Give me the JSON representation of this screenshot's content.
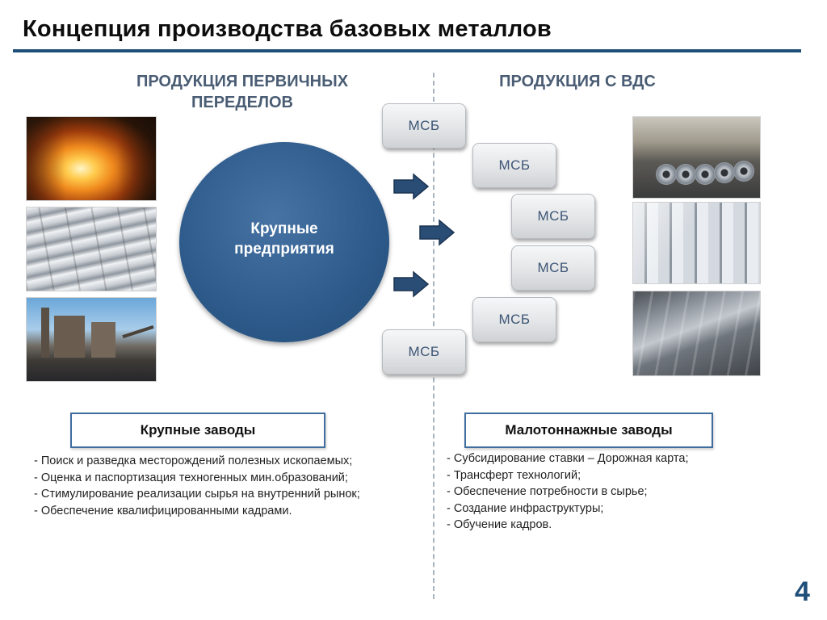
{
  "title": "Концепция производства базовых металлов",
  "left_section": {
    "heading": "ПРОДУКЦИЯ ПЕРВИЧНЫХ\nПЕРЕДЕЛОВ",
    "circle_label": "Крупные\nпредприятия",
    "box_label": "Крупные заводы",
    "bullets": [
      "- Поиск и разведка месторождений полезных ископаемых;",
      "- Оценка и паспортизация техногенных мин.образований;",
      "- Стимулирование реализации сырья на внутренний рынок;",
      "- Обеспечение квалифицированными кадрами."
    ]
  },
  "right_section": {
    "heading": "ПРОДУКЦИЯ С ВДС",
    "box_label": "Малотоннажные заводы",
    "bullets": [
      "- Субсидирование ставки – Дорожная карта;",
      "- Трансферт технологий;",
      "- Обеспечение потребности в сырье;",
      "- Создание инфраструктуры;",
      "- Обучение кадров."
    ]
  },
  "msb_boxes": [
    "МСБ",
    "МСБ",
    "МСБ",
    "МСБ",
    "МСБ",
    "МСБ"
  ],
  "page_number": "4",
  "colors": {
    "accent": "#1f4e79",
    "circle": "#2d5a8a",
    "heading": "#4a5d74",
    "box_border": "#3f6d9e",
    "arrow": "#2a4d76"
  },
  "icons": [
    "arrow-right-icon",
    "arrow-right-icon",
    "arrow-right-icon"
  ]
}
